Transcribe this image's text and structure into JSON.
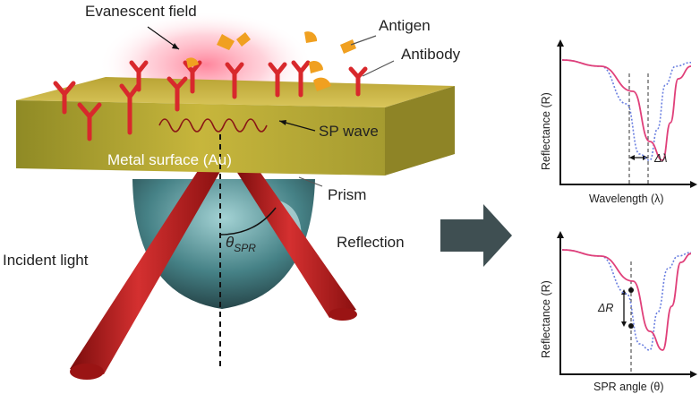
{
  "labels": {
    "evanescent_field": "Evanescent field",
    "antigen": "Antigen",
    "antibody": "Antibody",
    "sp_wave": "SP wave",
    "metal_surface": "Metal surface (Au)",
    "prism": "Prism",
    "incident_light": "Incident light",
    "reflection": "Reflection",
    "theta_main": "θ",
    "theta_sub": "SPR"
  },
  "colors": {
    "gold_top": "#c9b13a",
    "gold_front": "#b3a42c",
    "antibody": "#d8282c",
    "antigen": "#f0a020",
    "beam": "#b41c1c",
    "prism": "#3a7a80",
    "arrow": "#3f4f52",
    "curve_shifted": "#e0407a",
    "curve_reference": "#6a7fe0"
  },
  "chart_data": [
    {
      "type": "line",
      "xlabel": "Wavelength (λ)",
      "ylabel": "Reflectance (R)",
      "annotation": "Δλ",
      "series": [
        {
          "style": "dotted",
          "x": [
            0,
            0.3,
            0.5,
            0.6,
            0.68,
            0.74,
            0.8,
            0.88,
            1.0
          ],
          "y": [
            0.95,
            0.9,
            0.6,
            0.2,
            0.15,
            0.4,
            0.75,
            0.9,
            0.93
          ]
        },
        {
          "style": "solid",
          "x": [
            0,
            0.3,
            0.55,
            0.68,
            0.78,
            0.84,
            0.9,
            1.0
          ],
          "y": [
            0.95,
            0.9,
            0.7,
            0.3,
            0.15,
            0.45,
            0.8,
            0.9
          ]
        }
      ]
    },
    {
      "type": "line",
      "xlabel": "SPR angle (θ)",
      "ylabel": "Reflectance (R)",
      "annotation": "ΔR",
      "series": [
        {
          "style": "dotted",
          "x": [
            0,
            0.3,
            0.5,
            0.6,
            0.68,
            0.74,
            0.82,
            0.9,
            1.0
          ],
          "y": [
            0.95,
            0.9,
            0.6,
            0.2,
            0.15,
            0.45,
            0.8,
            0.9,
            0.93
          ]
        },
        {
          "style": "solid",
          "x": [
            0,
            0.3,
            0.55,
            0.68,
            0.78,
            0.85,
            0.92,
            1.0
          ],
          "y": [
            0.95,
            0.9,
            0.7,
            0.3,
            0.15,
            0.5,
            0.85,
            0.92
          ]
        }
      ]
    }
  ]
}
